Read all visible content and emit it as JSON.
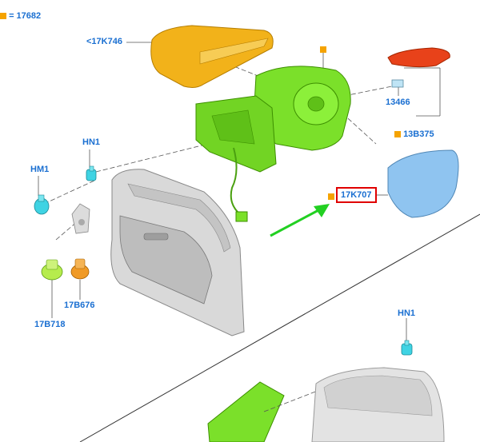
{
  "labels": {
    "legend": "= 17682",
    "cover": "<17K746",
    "hn1_top": "HN1",
    "hm1": "HM1",
    "part_13466": "13466",
    "part_13b375": "13B375",
    "glass": "17K707",
    "part_17b676": "17B676",
    "part_17b718": "17B718",
    "hn1_bottom": "HN1"
  },
  "colors": {
    "callout_text": "#1a6fd1",
    "marker": "#f5a300",
    "highlight_box": "#e00000",
    "arrow": "#22d022",
    "mirror_body": "#7be02a",
    "cover": "#f2b21a",
    "indicator": "#e8421a",
    "glass": "#8fc4f0",
    "fastener_cyan": "#3fd3e3"
  }
}
